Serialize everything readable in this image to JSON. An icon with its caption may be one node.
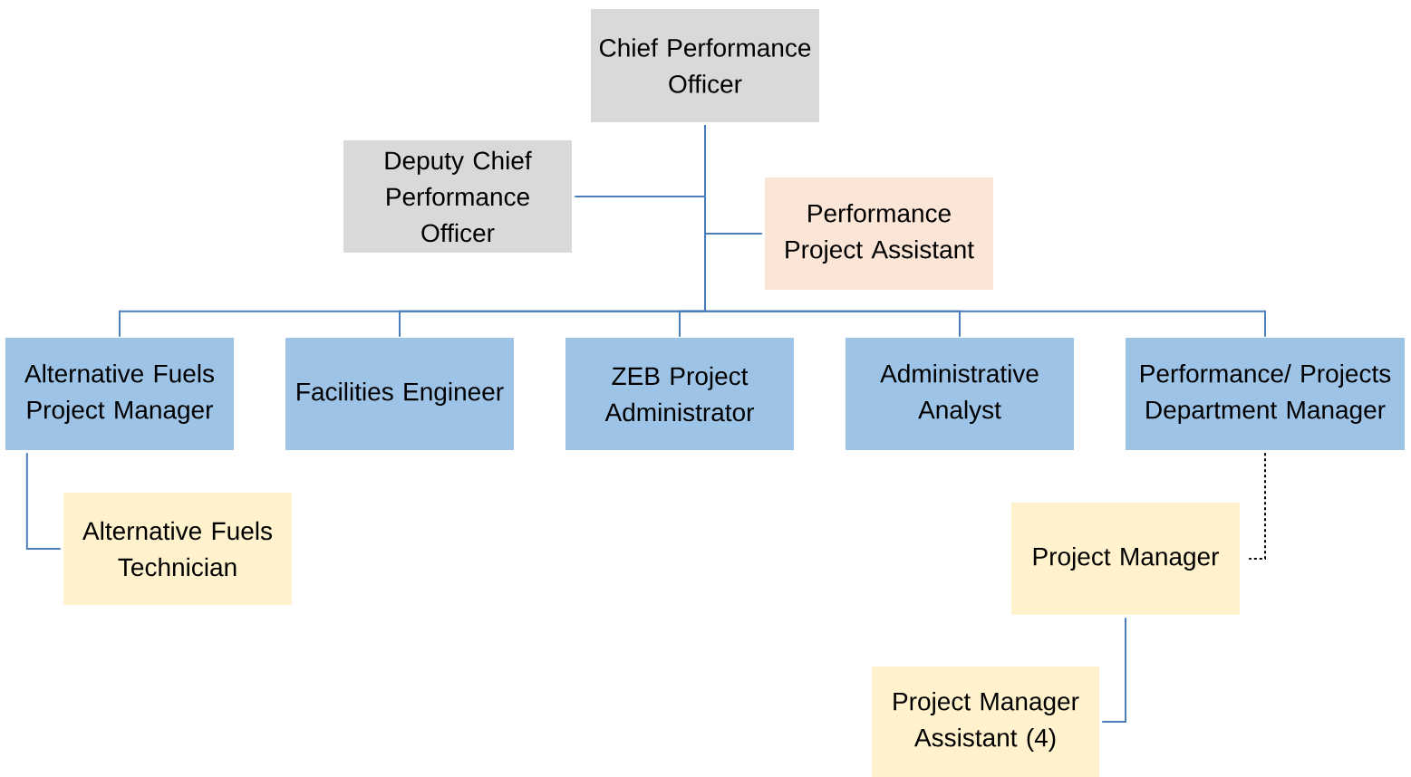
{
  "diagram": {
    "nodes": [
      {
        "text": [
          "Chief Performance Officer"
        ]
      },
      {
        "text": [
          "Deputy Chief Performance Officer"
        ]
      },
      {
        "text": [
          "Performance Project Assistant"
        ]
      },
      {
        "text": [
          "Alternative Fuels Project Manager"
        ]
      },
      {
        "text": [
          "Facilities Engineer"
        ]
      },
      {
        "text": [
          "ZEB Project Administrator"
        ]
      },
      {
        "text": [
          "Administrative Analyst"
        ]
      },
      {
        "text": [
          "Performance/ Projects Department Manager"
        ]
      },
      {
        "text": [
          "Alternative Fuels Technician"
        ]
      },
      {
        "text": [
          "Project Manager"
        ]
      },
      {
        "text": [
          "Project Manager Assistant (4)"
        ]
      }
    ],
    "edges": [
      {
        "from": 0,
        "to": 1,
        "arrow": "none"
      },
      {
        "from": 0,
        "to": 2,
        "arrow": "none"
      },
      {
        "from": 0,
        "to": 3,
        "arrow": "none"
      },
      {
        "from": 0,
        "to": 4,
        "arrow": "none"
      },
      {
        "from": 0,
        "to": 5,
        "arrow": "none"
      },
      {
        "from": 0,
        "to": 6,
        "arrow": "none"
      },
      {
        "from": 0,
        "to": 7,
        "arrow": "none"
      },
      {
        "from": 3,
        "to": 8,
        "arrow": "none"
      },
      {
        "from": 7,
        "to": 9,
        "arrow": "none",
        "style": "dashed",
        "color": "#000000"
      },
      {
        "from": 9,
        "to": 10,
        "arrow": "none"
      }
    ]
  }
}
